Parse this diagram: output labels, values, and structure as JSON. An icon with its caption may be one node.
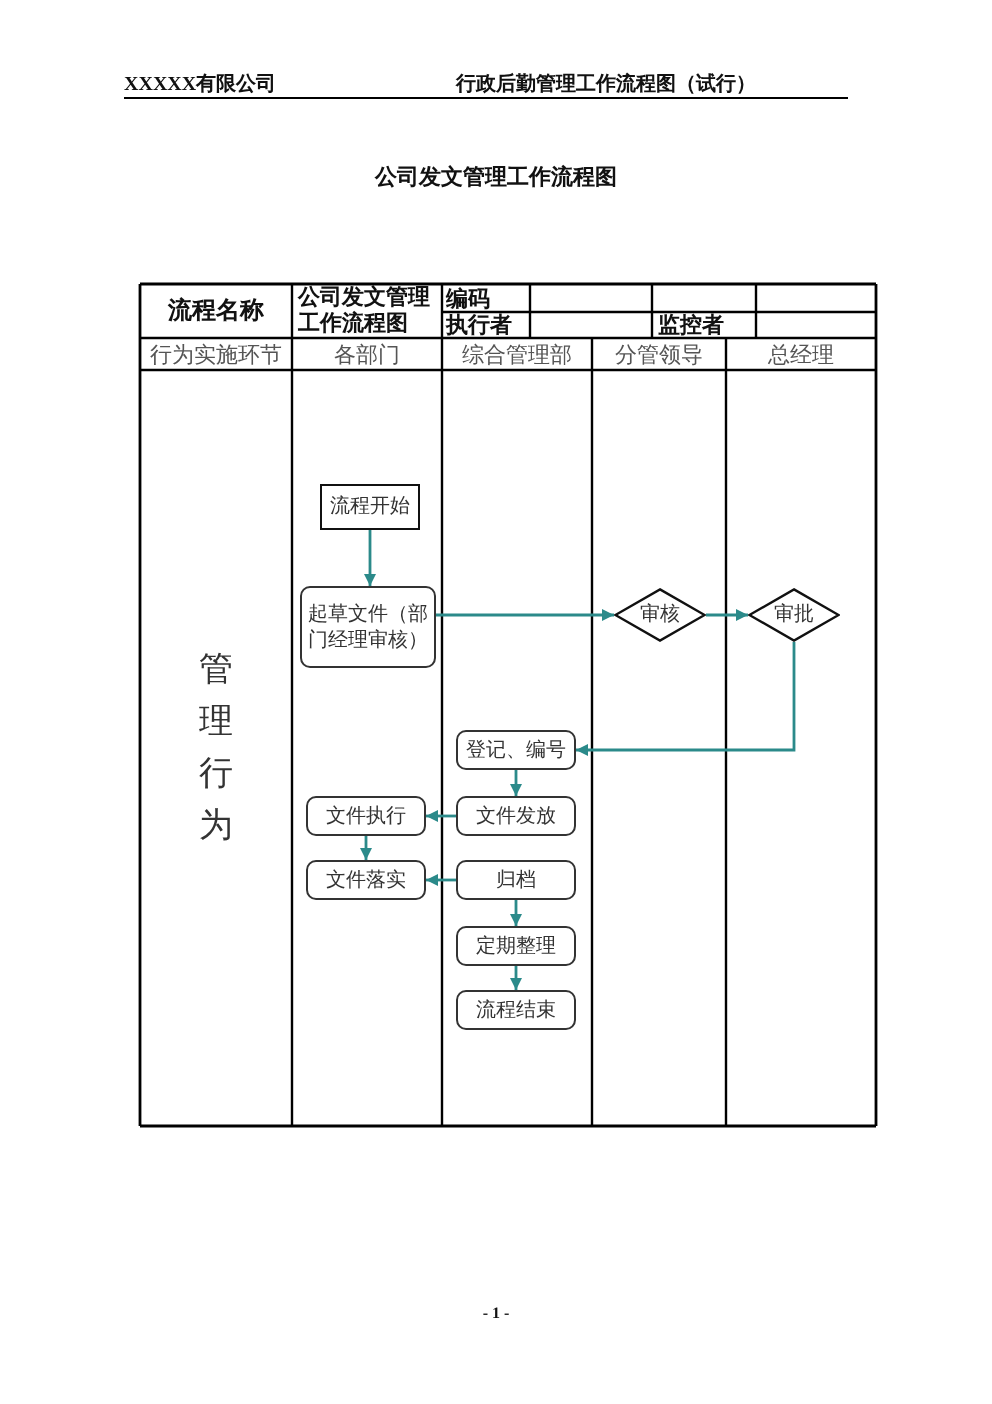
{
  "diagram": {
    "title": "公司发文管理工作流程图",
    "nodes": [
      {
        "text": [
          "流程开始"
        ]
      },
      {
        "text": [
          "起草文件（部门经理审核）"
        ]
      },
      {
        "text": [
          "审核"
        ]
      },
      {
        "text": [
          "审批"
        ]
      },
      {
        "text": [
          "登记、编号"
        ]
      },
      {
        "text": [
          "文件发放"
        ]
      },
      {
        "text": [
          "文件执行"
        ]
      },
      {
        "text": [
          "文件落实"
        ]
      },
      {
        "text": [
          "归档"
        ]
      },
      {
        "text": [
          "定期整理"
        ]
      },
      {
        "text": [
          "流程结束"
        ]
      }
    ],
    "edges": [
      {
        "from": 0,
        "to": 1,
        "arrow": "to"
      },
      {
        "from": 1,
        "to": 2,
        "arrow": "to"
      },
      {
        "from": 2,
        "to": 3,
        "arrow": "to"
      },
      {
        "from": 3,
        "to": 4,
        "arrow": "to"
      },
      {
        "from": 4,
        "to": 5,
        "arrow": "to"
      },
      {
        "from": 5,
        "to": 6,
        "arrow": "to"
      },
      {
        "from": 6,
        "to": 7,
        "arrow": "to"
      },
      {
        "from": 8,
        "to": 7,
        "arrow": "to"
      },
      {
        "from": 8,
        "to": 9,
        "arrow": "to"
      },
      {
        "from": 9,
        "to": 10,
        "arrow": "to"
      }
    ],
    "labels": [
      "XXXXX有限公司",
      "行政后勤管理工作流程图（试行）",
      "流程名称",
      "公司发文管理工作流程图",
      "编码",
      "执行者",
      "监控者",
      "行为实施环节",
      "各部门",
      "综合管理部",
      "分管领导",
      "总经理",
      "管理行为",
      "- 1 -"
    ]
  }
}
